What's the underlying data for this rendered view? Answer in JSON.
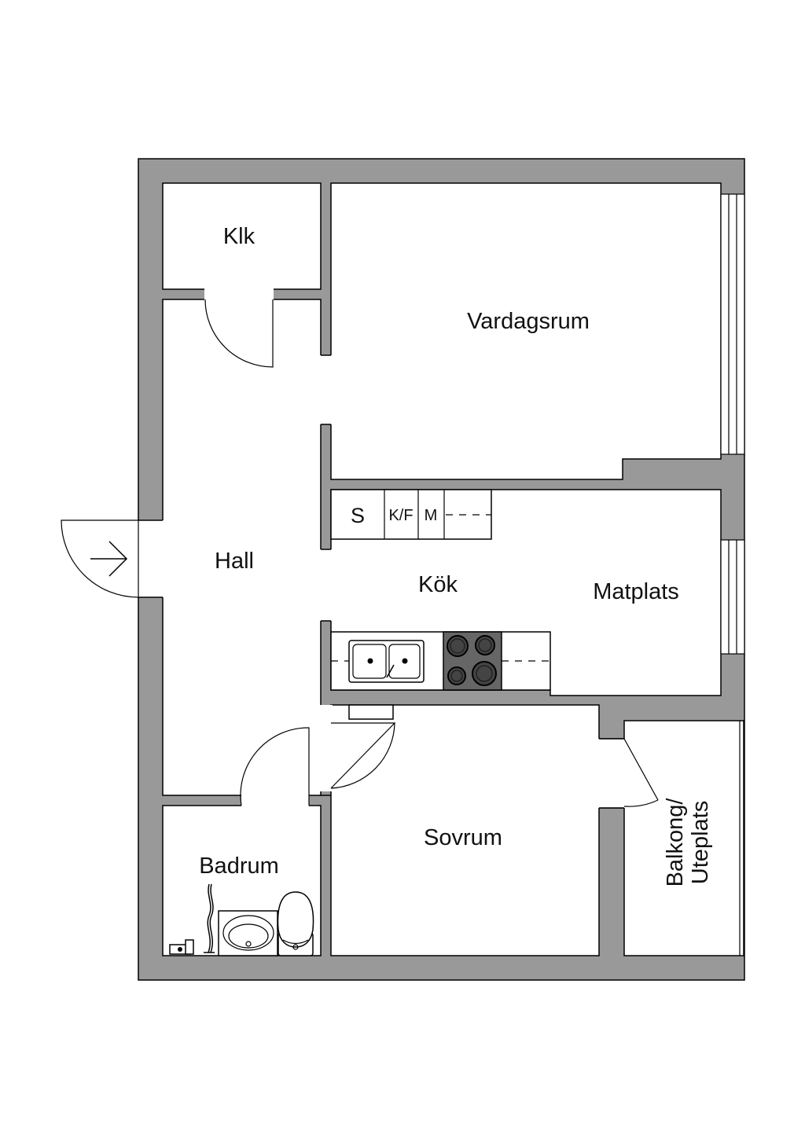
{
  "rooms": {
    "klk": "Klk",
    "vardagsrum": "Vardagsrum",
    "hall": "Hall",
    "kok": "Kök",
    "matplats": "Matplats",
    "badrum": "Badrum",
    "sovrum": "Sovrum",
    "balkong_line1": "Balkong/",
    "balkong_line2": "Uteplats"
  },
  "kitchen_units": {
    "s": "S",
    "kf": "K/F",
    "m": "M"
  },
  "colors": {
    "wall": "#999999",
    "floor": "#ffffff",
    "stove": "#666666",
    "line": "#000000"
  },
  "icons": {
    "entrance": "arrow-right-icon",
    "sink": "double-sink-icon",
    "stove": "four-burner-stove-icon",
    "toilet": "toilet-icon",
    "washbasin": "washbasin-icon",
    "radiator": "towel-radiator-icon"
  }
}
